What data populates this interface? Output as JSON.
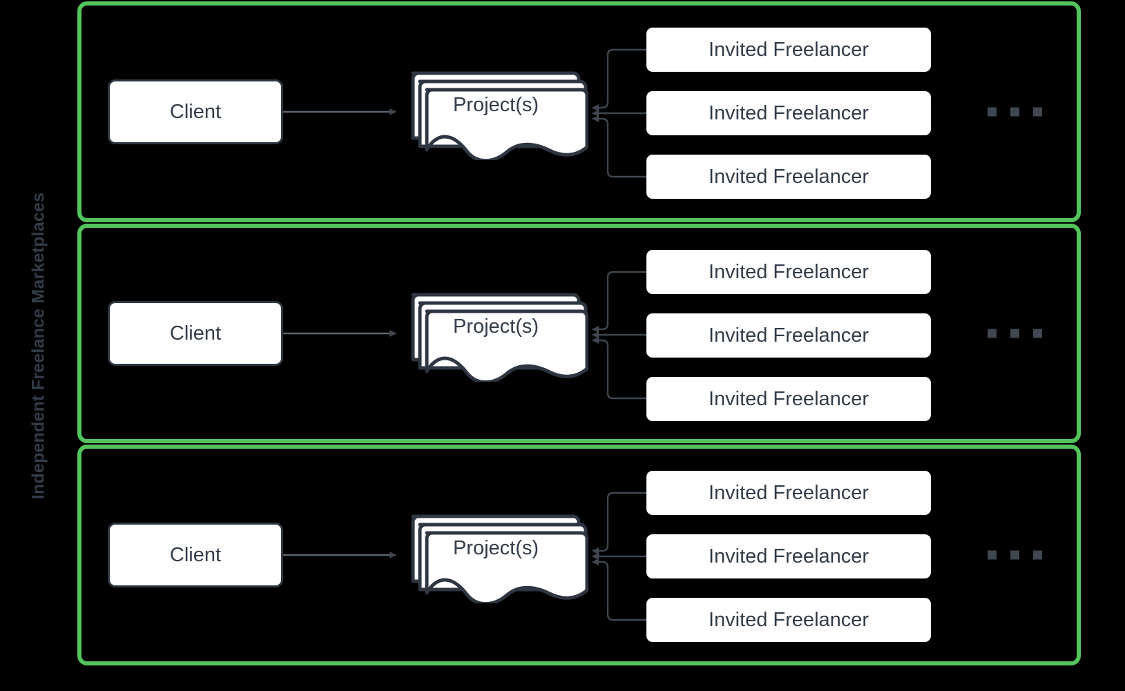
{
  "diagram": {
    "background_color": "#000000",
    "category_label": "Independent Freelance Marketplaces",
    "panel_border_color": "#54c45c",
    "node_text_color": "#333c49",
    "node_fill_color": "#ffffff",
    "node_border_color": "#2e3642",
    "connector_color": "#3f4750",
    "ellipsis_color": "#3f4750",
    "marketplaces": [
      {
        "client_label": "Client",
        "project_label": "Project(s)",
        "freelancers": [
          {
            "label": "Invited Freelancer"
          },
          {
            "label": "Invited Freelancer"
          },
          {
            "label": "Invited Freelancer"
          }
        ],
        "more_indicator": "..."
      },
      {
        "client_label": "Client",
        "project_label": "Project(s)",
        "freelancers": [
          {
            "label": "Invited Freelancer"
          },
          {
            "label": "Invited Freelancer"
          },
          {
            "label": "Invited Freelancer"
          }
        ],
        "more_indicator": "..."
      },
      {
        "client_label": "Client",
        "project_label": "Project(s)",
        "freelancers": [
          {
            "label": "Invited Freelancer"
          },
          {
            "label": "Invited Freelancer"
          },
          {
            "label": "Invited Freelancer"
          }
        ],
        "more_indicator": "..."
      }
    ]
  }
}
